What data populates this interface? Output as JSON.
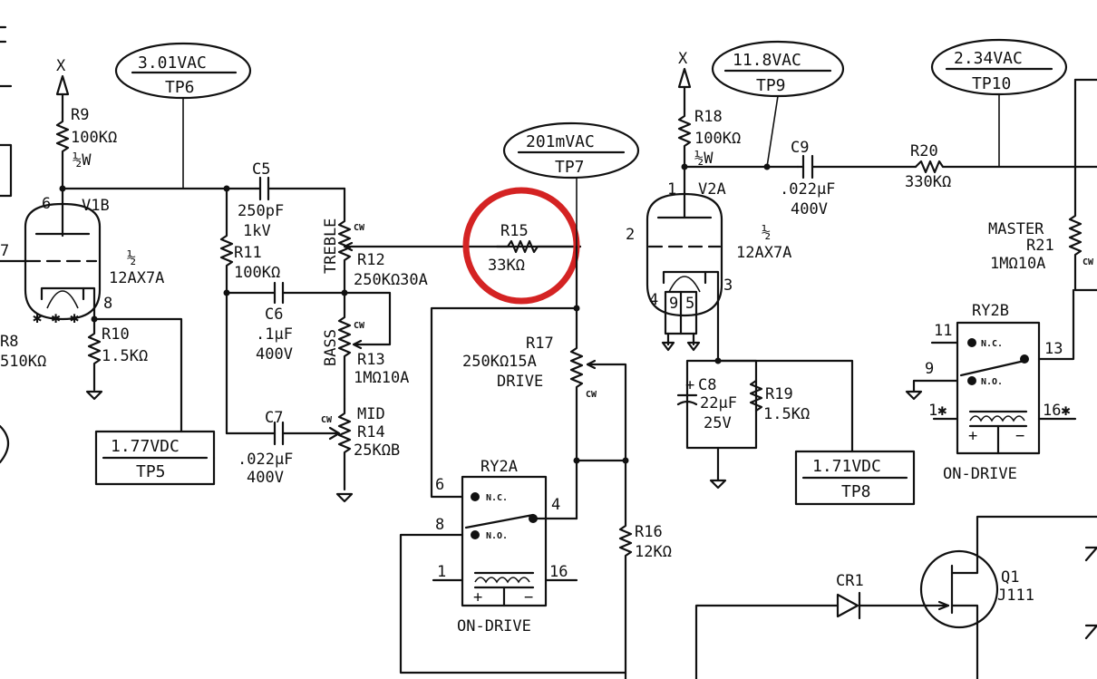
{
  "test_points": {
    "tp6": {
      "value": "3.01VAC",
      "name": "TP6"
    },
    "tp7": {
      "value": "201mVAC",
      "name": "TP7"
    },
    "tp9": {
      "value": "11.8VAC",
      "name": "TP9"
    },
    "tp10": {
      "value": "2.34VAC",
      "name": "TP10"
    },
    "tp5": {
      "value": "1.77VDC",
      "name": "TP5"
    },
    "tp8": {
      "value": "1.71VDC",
      "name": "TP8"
    }
  },
  "tubes": {
    "v1b": {
      "name": "V1B",
      "type_half": "½",
      "type": "12AX7A",
      "pin_top": "6",
      "pin_grid": "7",
      "pin_k": "8"
    },
    "v2a": {
      "name": "V2A",
      "type_half": "½",
      "type": "12AX7A",
      "pin_plate": "1",
      "pin_grid": "2",
      "pin_k": "3",
      "pin4": "4",
      "pin9": "9",
      "pin5": "5"
    }
  },
  "components": {
    "r9": {
      "ref": "R9",
      "value": "100KΩ",
      "watt": "½W"
    },
    "r18": {
      "ref": "R18",
      "value": "100KΩ",
      "watt": "½W"
    },
    "r8": {
      "ref": "R8",
      "value": "510KΩ"
    },
    "r10": {
      "ref": "R10",
      "value": "1.5KΩ"
    },
    "c5": {
      "ref": "C5",
      "value": "250pF",
      "rating": "1kV"
    },
    "r11": {
      "ref": "R11",
      "value": "100KΩ"
    },
    "c6": {
      "ref": "C6",
      "value": ".1μF",
      "rating": "400V"
    },
    "c7": {
      "ref": "C7",
      "value": ".022μF",
      "rating": "400V"
    },
    "r12": {
      "ref": "R12",
      "value": "250KΩ30A",
      "pot_name": "TREBLE",
      "cw": "CW"
    },
    "r13": {
      "ref": "R13",
      "value": "1MΩ10A",
      "pot_name": "BASS",
      "cw": "CW"
    },
    "r14": {
      "ref": "R14",
      "value": "25KΩB",
      "pot_name": "MID",
      "cw": "CW"
    },
    "r15": {
      "ref": "R15",
      "value": "33KΩ"
    },
    "r17": {
      "ref": "R17",
      "value": "250KΩ15A",
      "pot_name": "DRIVE",
      "cw": "CW"
    },
    "c8": {
      "ref": "C8",
      "value": "22μF",
      "rating": "25V",
      "plus": "+"
    },
    "r19": {
      "ref": "R19",
      "value": "1.5KΩ"
    },
    "c9": {
      "ref": "C9",
      "value": ".022μF",
      "rating": "400V"
    },
    "r20": {
      "ref": "R20",
      "value": "330KΩ"
    },
    "r21": {
      "ref": "R21",
      "value": "1MΩ10A",
      "pot_name": "MASTER",
      "cw": "CW"
    },
    "r16": {
      "ref": "R16",
      "value": "12KΩ"
    },
    "cr1": {
      "ref": "CR1"
    },
    "q1": {
      "ref": "Q1",
      "type": "J111"
    }
  },
  "relays": {
    "ry2a": {
      "ref": "RY2A",
      "nc": "N.C.",
      "no": "N.O.",
      "pin_nc": "6",
      "pin_no": "8",
      "pin_com": "4",
      "pin_coil1": "1",
      "pin_coil2": "16",
      "plus": "+",
      "minus": "−",
      "label": "ON-DRIVE"
    },
    "ry2b": {
      "ref": "RY2B",
      "nc": "N.C.",
      "no": "N.O.",
      "pin_nc": "11",
      "pin_no": "9",
      "pin_com": "13",
      "pin_coil1": "1✱",
      "pin_coil2": "16✱",
      "plus": "+",
      "minus": "−",
      "label": "ON-DRIVE"
    }
  },
  "supply": {
    "x_label": "X"
  },
  "highlight_color": "#d42323",
  "ink_color": "#111111"
}
